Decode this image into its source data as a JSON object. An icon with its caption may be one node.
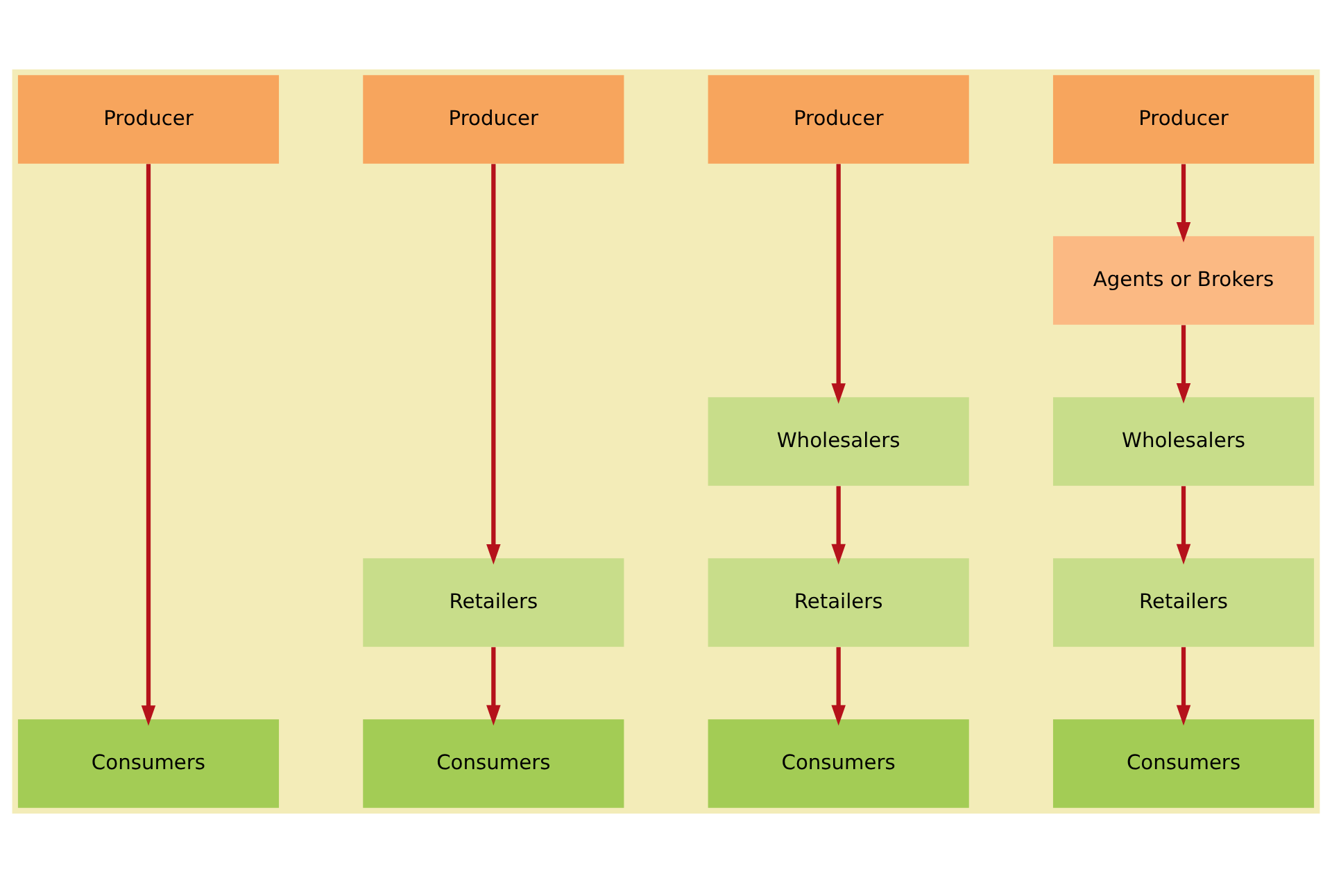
{
  "diagram": {
    "nodes": [
      {
        "text": [
          "Producer"
        ]
      },
      {
        "text": [
          "Producer"
        ]
      },
      {
        "text": [
          "Producer"
        ]
      },
      {
        "text": [
          "Producer"
        ]
      },
      {
        "text": [
          "Agents or Brokers"
        ]
      },
      {
        "text": [
          "Wholesalers"
        ]
      },
      {
        "text": [
          "Wholesalers"
        ]
      },
      {
        "text": [
          "Retailers"
        ]
      },
      {
        "text": [
          "Retailers"
        ]
      },
      {
        "text": [
          "Retailers"
        ]
      },
      {
        "text": [
          "Consumers"
        ]
      },
      {
        "text": [
          "Consumers"
        ]
      },
      {
        "text": [
          "Consumers"
        ]
      },
      {
        "text": [
          "Consumers"
        ]
      }
    ],
    "edges": [
      {
        "from": 0,
        "to": 10,
        "arrow": "to"
      },
      {
        "from": 1,
        "to": 7,
        "arrow": "to"
      },
      {
        "from": 7,
        "to": 11,
        "arrow": "to"
      },
      {
        "from": 2,
        "to": 5,
        "arrow": "to"
      },
      {
        "from": 5,
        "to": 8,
        "arrow": "to"
      },
      {
        "from": 8,
        "to": 12,
        "arrow": "to"
      },
      {
        "from": 3,
        "to": 4,
        "arrow": "to"
      },
      {
        "from": 4,
        "to": 6,
        "arrow": "to"
      },
      {
        "from": 6,
        "to": 9,
        "arrow": "to"
      },
      {
        "from": 9,
        "to": 13,
        "arrow": "to"
      }
    ]
  }
}
